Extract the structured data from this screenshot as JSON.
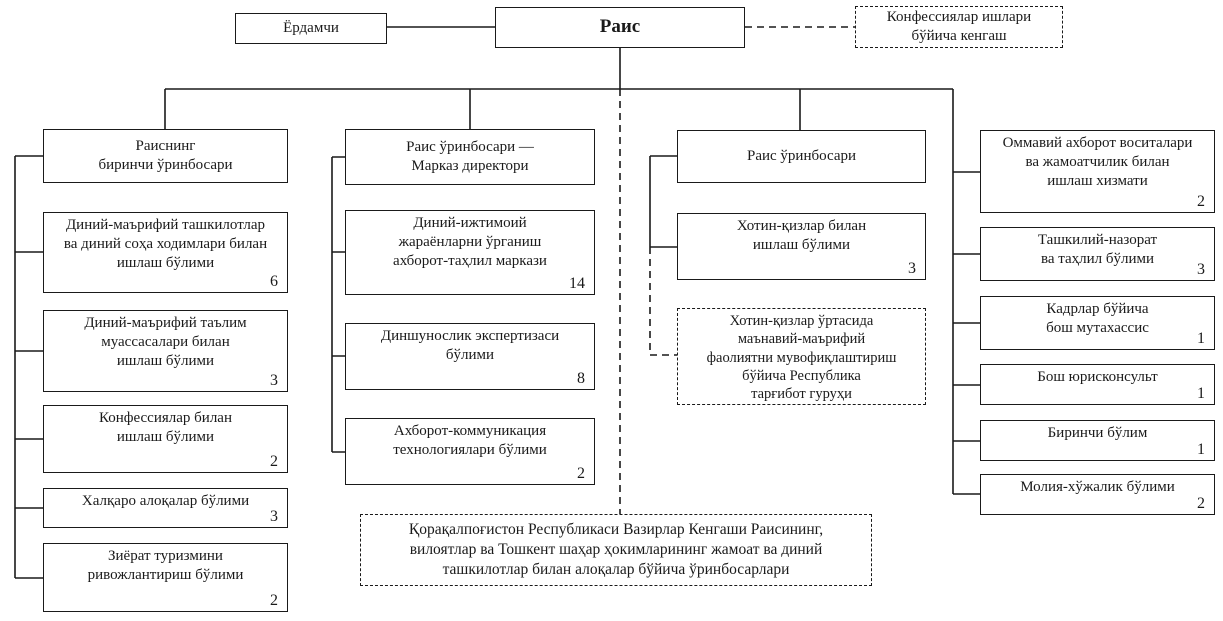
{
  "colors": {
    "line": "#1a1a1a",
    "background": "#ffffff"
  },
  "top": {
    "assistant": "Ёрдамчи",
    "chairman": "Раис",
    "council": "Конфессиялар ишлари\nбўйича кенгаш"
  },
  "columns": [
    {
      "header": "Раиснинг\nбиринчи ўринбосари",
      "items": [
        {
          "label": "Диний-маърифий ташкилотлар\nва диний соҳа ходимлари билан\nишлаш бўлими",
          "count": "6"
        },
        {
          "label": "Диний-маърифий таълим\nмуассасалари билан\nишлаш бўлими",
          "count": "3"
        },
        {
          "label": "Конфессиялар билан\nишлаш бўлими",
          "count": "2"
        },
        {
          "label": "Халқаро алоқалар бўлими",
          "count": "3"
        },
        {
          "label": "Зиёрат туризмини\nривожлантириш бўлими",
          "count": "2"
        }
      ]
    },
    {
      "header": "Раис ўринбосари —\nМарказ директори",
      "items": [
        {
          "label": "Диний-ижтимоий\nжараёнларни ўрганиш\nахборот-таҳлил маркази",
          "count": "14"
        },
        {
          "label": "Диншунослик экспертизаси\nбўлими",
          "count": "8"
        },
        {
          "label": "Ахборот-коммуникация\nтехнологиялари бўлими",
          "count": "2"
        }
      ]
    },
    {
      "header": "Раис ўринбосари",
      "items": [
        {
          "label": "Хотин-қизлар билан\nишлаш бўлими",
          "count": "3"
        }
      ],
      "dashed_group": "Хотин-қизлар ўртасида\nмаънавий-маърифий\nфаолиятни мувофиқлаштириш\nбўйича Республика\nтарғибот гуруҳи"
    },
    {
      "items": [
        {
          "label": "Оммавий ахборот воситалари\nва жамоатчилик билан\nишлаш хизмати",
          "count": "2"
        },
        {
          "label": "Ташкилий-назорат\nва таҳлил бўлими",
          "count": "3"
        },
        {
          "label": "Кадрлар бўйича\nбош мутахассис",
          "count": "1"
        },
        {
          "label": "Бош юрисконсульт",
          "count": "1"
        },
        {
          "label": "Биринчи бўлим",
          "count": "1"
        },
        {
          "label": "Молия-хўжалик бўлими",
          "count": "2"
        }
      ]
    }
  ],
  "bottom_note": "Қорақалпоғистон Республикаси Вазирлар Кенгаши Раисининг,\nвилоятлар ва Тошкент шаҳар ҳокимларининг жамоат ва диний\nташкилотлар билан алоқалар бўйича ўринбосарлари"
}
